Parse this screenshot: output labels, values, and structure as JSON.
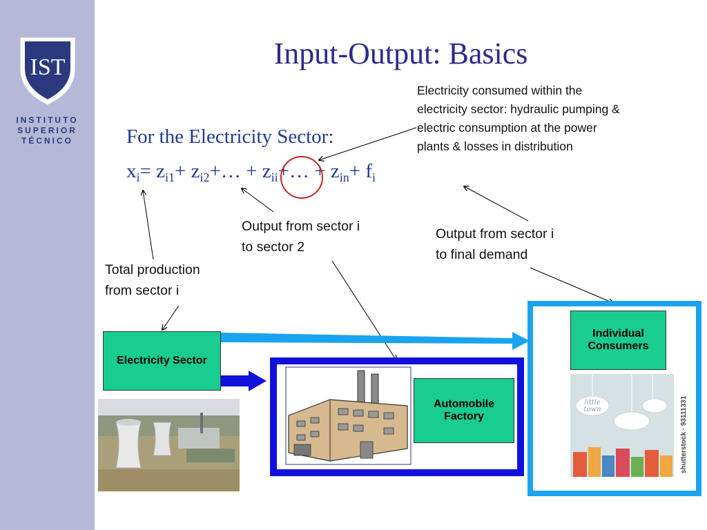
{
  "logo": {
    "letters": "IST",
    "line1": "INSTITUTO",
    "line2": "SUPERIOR",
    "line3": "TÉCNICO"
  },
  "title": "Input-Output: Basics",
  "subtitle": "For the Electricity Sector:",
  "equation": {
    "x": "x",
    "x_sub": "i",
    "eq": "= ",
    "z1": "z",
    "z1_sub": "i1",
    "plus1": "+ ",
    "z2": "z",
    "z2_sub": "i2",
    "dots1": "+… + ",
    "zii": "z",
    "zii_sub": "ii",
    "dots2": "+… + ",
    "zin": "z",
    "zin_sub": "in",
    "plus2": "+ ",
    "f": "f",
    "f_sub": "i"
  },
  "annotations": {
    "electricity_consumed": [
      "Electricity consumed within the",
      "electricity sector: hydraulic pumping &",
      "electric consumption at the power",
      "plants & losses in distribution"
    ],
    "output_sector2": [
      "Output from sector i",
      "to sector 2"
    ],
    "output_final": [
      "Output from sector i",
      "to final demand"
    ],
    "total_production": [
      "Total production",
      "from sector i"
    ]
  },
  "boxes": {
    "electricity_sector": "Electricity Sector",
    "automobile_factory": [
      "Automobile",
      "Factory"
    ],
    "individual_consumers": [
      "Individual",
      "Consumers"
    ]
  },
  "watermark": "shutterstock · 93111331",
  "town_sign": [
    "little",
    "town"
  ],
  "colors": {
    "sidebar": "#b4b9d8",
    "title": "#2a2a8c",
    "equation": "#1f3a93",
    "green_box": "#19cc8f",
    "blue_frame": "#1111dd",
    "cyan_frame": "#1aa3ee",
    "highlight_circle": "#cc2222"
  }
}
